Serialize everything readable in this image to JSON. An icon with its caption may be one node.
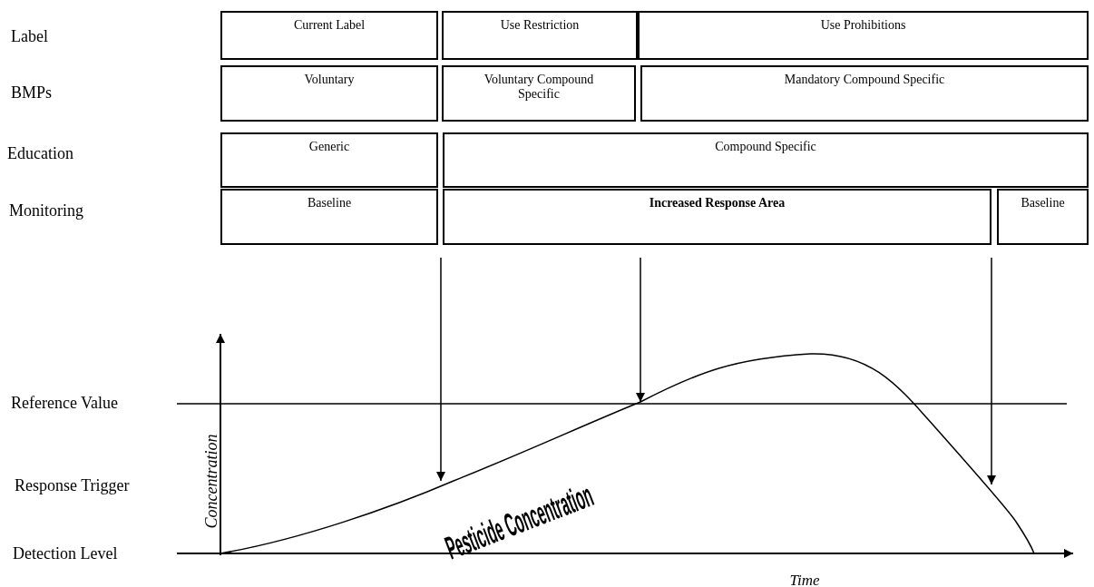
{
  "diagram": {
    "nodes": [
      {
        "text": [
          "Current Label"
        ]
      },
      {
        "text": [
          "Use Restriction"
        ]
      },
      {
        "text": [
          "Use Prohibitions"
        ]
      },
      {
        "text": [
          "Voluntary"
        ]
      },
      {
        "text": [
          "Voluntary Compound Specific"
        ]
      },
      {
        "text": [
          "Mandatory Compound Specific"
        ]
      },
      {
        "text": [
          "Generic"
        ]
      },
      {
        "text": [
          "Compound Specific"
        ]
      },
      {
        "text": [
          "Baseline"
        ]
      },
      {
        "text": [
          "Increased Response Area"
        ]
      },
      {
        "text": [
          "Baseline"
        ]
      }
    ],
    "labels": [
      "Label",
      "BMPs",
      "Education",
      "Monitoring",
      "Reference Value",
      "Response Trigger",
      "Concentration",
      "Pesticide Concentration",
      "Detection Level",
      "Time"
    ]
  }
}
